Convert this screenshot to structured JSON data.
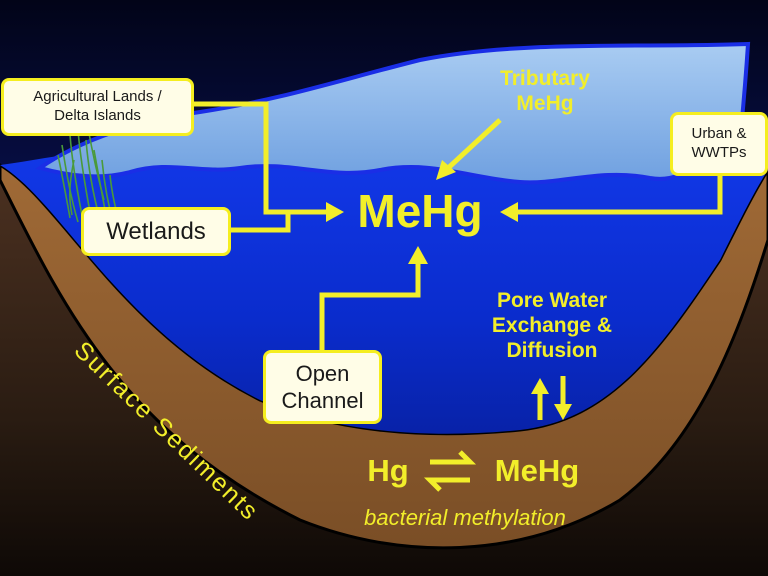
{
  "boxes": {
    "agricultural": "Agricultural Lands /\nDelta Islands",
    "urban": "Urban &\nWWTPs",
    "wetlands": "Wetlands",
    "open_channel": "Open\nChannel"
  },
  "labels": {
    "tributary": "Tributary\nMeHg",
    "center_mehg": "MeHg",
    "pore_water": "Pore Water\nExchange &\nDiffusion",
    "surface_sediments": "Surface Sediments",
    "hg": "Hg",
    "sediment_mehg": "MeHg",
    "bacterial": "bacterial methylation"
  },
  "colors": {
    "sky_top": "#030533",
    "water": "#0a2fd8",
    "sediment": "#8a5a2e",
    "accent_yellow": "#f2ee2a"
  }
}
